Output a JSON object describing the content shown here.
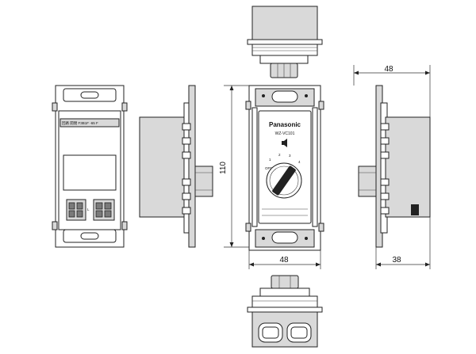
{
  "dimensions": {
    "top_width": "48",
    "height": "110",
    "bottom_width": "48",
    "side_depth_top": "48",
    "side_depth_bottom": "38"
  },
  "front_view": {
    "brand": "Panasonic",
    "model": "WZ-VC101",
    "dial_marks": [
      "OFF",
      "1",
      "2",
      "3",
      "4"
    ]
  },
  "back_view": {
    "label_text": "回路 開閉 F3B1F -65 F",
    "terminal_mark": "L"
  }
}
